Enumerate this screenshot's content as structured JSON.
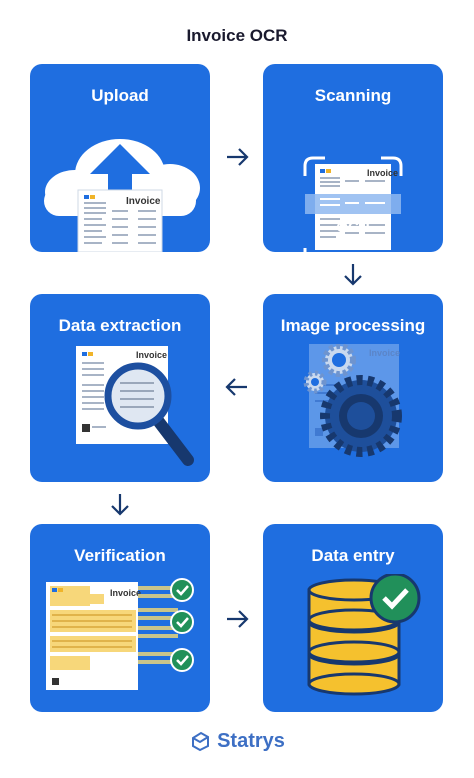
{
  "title": "Invoice OCR",
  "steps": [
    {
      "label": "Upload"
    },
    {
      "label": "Scanning"
    },
    {
      "label": "Image processing"
    },
    {
      "label": "Data extraction"
    },
    {
      "label": "Verification"
    },
    {
      "label": "Data entry"
    }
  ],
  "document": {
    "heading": "Invoice"
  },
  "scanner": {
    "label": "OCR"
  },
  "brand": {
    "name": "Statrys"
  },
  "colors": {
    "card": "#1f6ee0",
    "paper": "#ffffff",
    "scan_band": "#8fb9f0",
    "gear": "#1e4f9b",
    "magnifier_ring": "#1d4fa0",
    "database": "#f5c12e",
    "check_badge": "#21905a",
    "highlight": "#f7d77a"
  }
}
